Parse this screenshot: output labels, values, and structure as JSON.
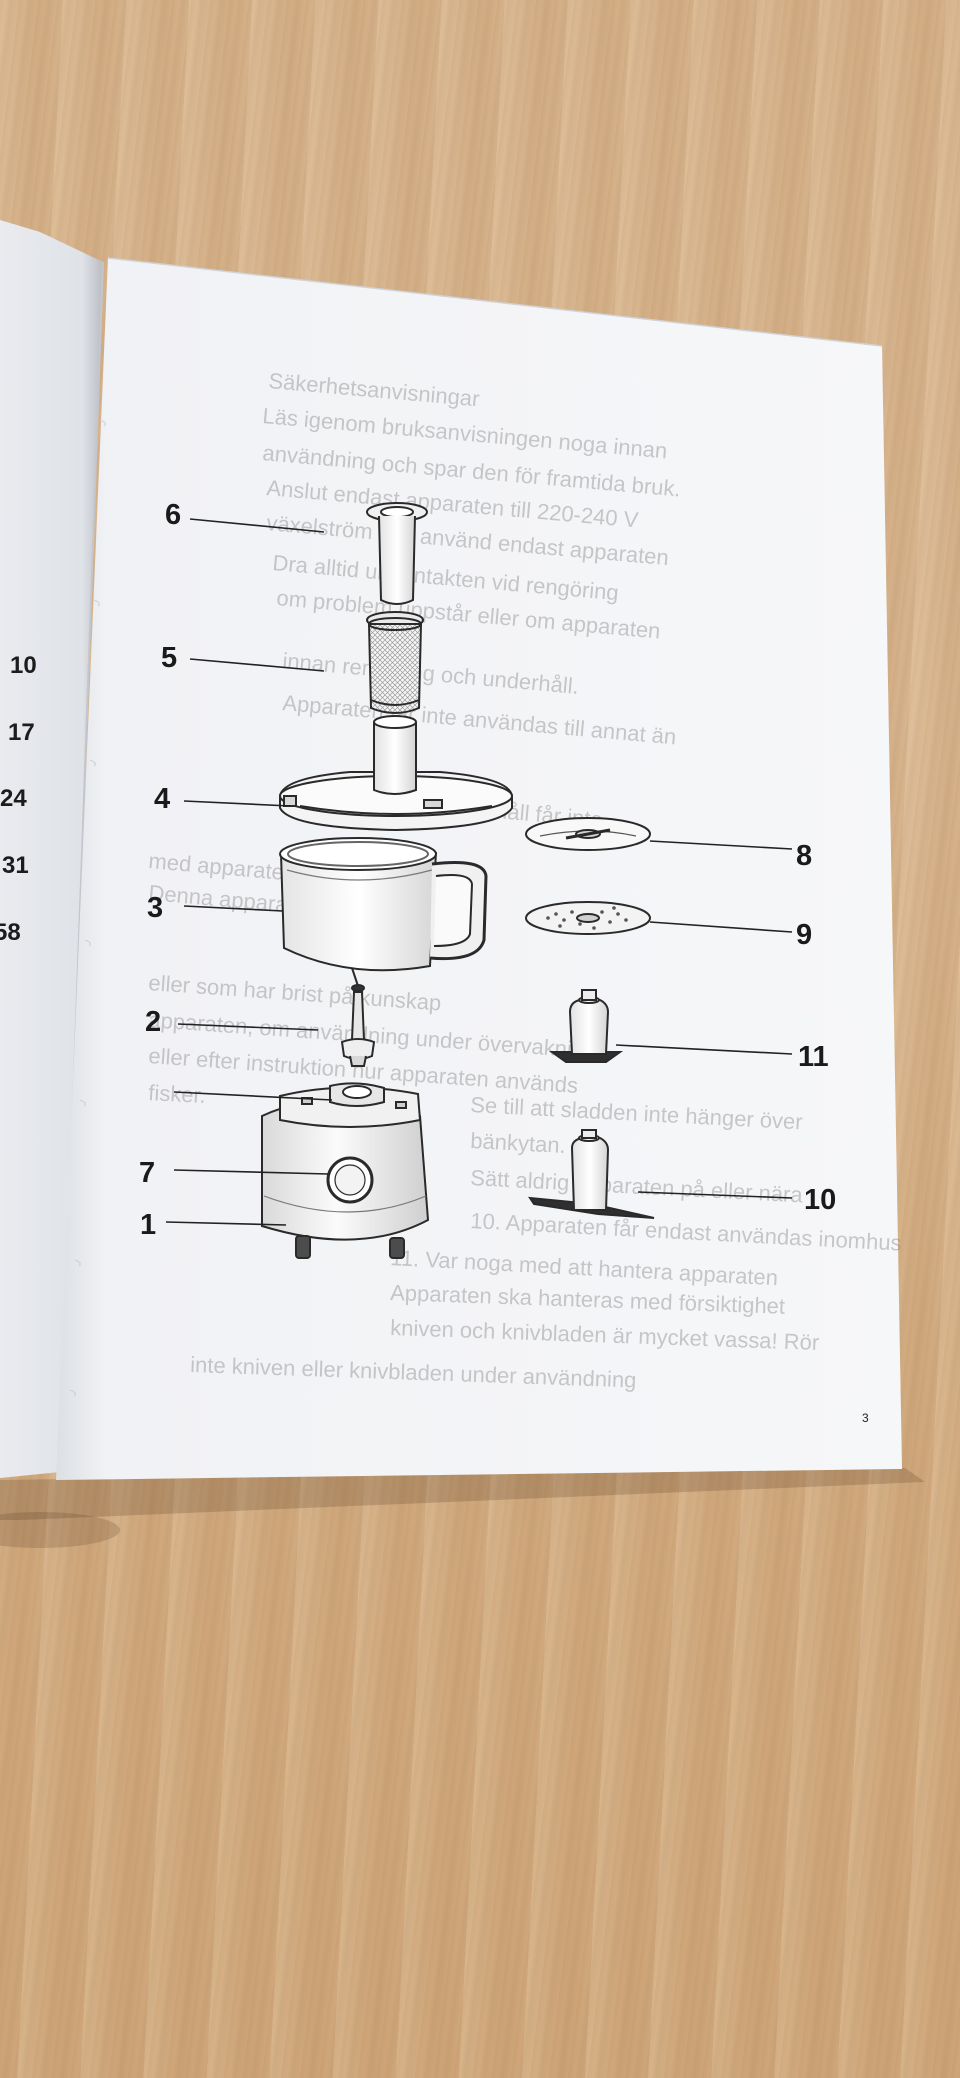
{
  "left_page_numbers": [
    "10",
    "17",
    "24",
    "31",
    "58"
  ],
  "diagram_labels": {
    "l1": "1",
    "l2": "2",
    "l3": "3",
    "l4": "4",
    "l5": "5",
    "l6": "6",
    "l7": "7",
    "l8": "8",
    "l9": "9",
    "l10": "10",
    "l11": "11"
  },
  "page_number": "3",
  "show_through_text": [
    "Säkerhetsanvisningar",
    "Läs igenom bruksanvisningen noga innan",
    "användning och spar den för framtida bruk.",
    "Anslut endast apparaten till 220-240 V",
    "växelström och använd endast apparaten",
    "Dra alltid ur kontakten vid rengöring",
    "om problem uppstår eller om apparaten",
    "innan rengöring och underhåll.",
    "Apparaten får inte användas till annat än",
    "Rengöring och underhåll får inte",
    "med apparaten.",
    "Denna apparat kan användas",
    "eller som har brist på kunskap",
    "apparaten, om användning under övervakning",
    "eller efter instruktion hur apparaten används",
    "fisker.",
    "Se till att sladden inte hänger över",
    "bänkytan.",
    "Sätt aldrig apparaten på eller nära",
    "10. Apparaten får endast användas inomhus",
    "11. Var noga med att hantera apparaten",
    "Apparaten ska hanteras med försiktighet",
    "kniven och knivbladen är mycket vassa! Rör",
    "inte kniven eller knivbladen under användning"
  ],
  "colors": {
    "wood": "#d6b28a",
    "paper": "#f4f5f7",
    "ink": "#1a1a1a"
  }
}
